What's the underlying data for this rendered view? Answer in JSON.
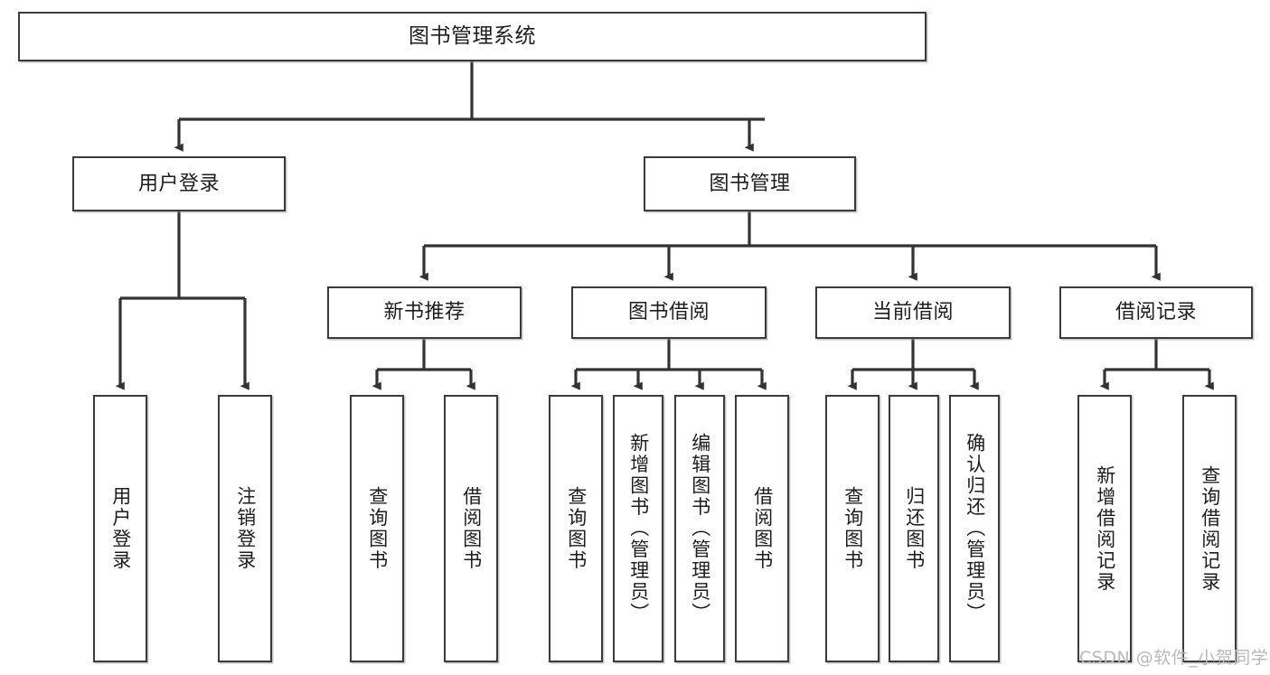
{
  "diagram": {
    "type": "tree",
    "title": "图书管理系统",
    "orientation": "top-down",
    "colors": {
      "box_border": "#3b3b3b",
      "box_fill": "#ffffff",
      "connector": "#333333",
      "background": "#ffffff",
      "watermark": "#b9b9b9"
    },
    "levels": {
      "root": "图书管理系统",
      "level2": [
        "用户登录",
        "图书管理"
      ],
      "level3": [
        "新书推荐",
        "图书借阅",
        "当前借阅",
        "借阅记录"
      ],
      "level4": [
        "用户登录",
        "注销登录",
        "查询图书",
        "借阅图书",
        "查询图书",
        "新增图书（管理员）",
        "编辑图书（管理员）",
        "借阅图书",
        "查询图书",
        "归还图书",
        "确认归还（管理员）",
        "新增借阅记录",
        "查询借阅记录"
      ]
    }
  },
  "nodes": {
    "root": {
      "label": "图书管理系统"
    },
    "user_login": {
      "label": "用户登录"
    },
    "book_manage": {
      "label": "图书管理"
    },
    "new_book_rec": {
      "label": "新书推荐"
    },
    "book_borrow": {
      "label": "图书借阅"
    },
    "current_borrow": {
      "label": "当前借阅"
    },
    "borrow_record": {
      "label": "借阅记录"
    },
    "leaf_user_login": {
      "label": "用户登录"
    },
    "leaf_logout": {
      "label": "注销登录"
    },
    "leaf_query_book_a": {
      "label": "查询图书"
    },
    "leaf_borrow_book_a": {
      "label": "借阅图书"
    },
    "leaf_query_book_b": {
      "label": "查询图书"
    },
    "leaf_add_book": {
      "label": "新增图书（管理员）"
    },
    "leaf_edit_book": {
      "label": "编辑图书（管理员）"
    },
    "leaf_borrow_book_b": {
      "label": "借阅图书"
    },
    "leaf_query_book_c": {
      "label": "查询图书"
    },
    "leaf_return_book": {
      "label": "归还图书"
    },
    "leaf_confirm_return": {
      "label": "确认归还（管理员）"
    },
    "leaf_add_record": {
      "label": "新增借阅记录"
    },
    "leaf_query_record": {
      "label": "查询借阅记录"
    }
  },
  "edges": [
    {
      "from": "root",
      "to": "user_login"
    },
    {
      "from": "root",
      "to": "book_manage"
    },
    {
      "from": "user_login",
      "to": "leaf_user_login"
    },
    {
      "from": "user_login",
      "to": "leaf_logout"
    },
    {
      "from": "book_manage",
      "to": "new_book_rec"
    },
    {
      "from": "book_manage",
      "to": "book_borrow"
    },
    {
      "from": "book_manage",
      "to": "current_borrow"
    },
    {
      "from": "book_manage",
      "to": "borrow_record"
    },
    {
      "from": "new_book_rec",
      "to": "leaf_query_book_a"
    },
    {
      "from": "new_book_rec",
      "to": "leaf_borrow_book_a"
    },
    {
      "from": "book_borrow",
      "to": "leaf_query_book_b"
    },
    {
      "from": "book_borrow",
      "to": "leaf_add_book"
    },
    {
      "from": "book_borrow",
      "to": "leaf_edit_book"
    },
    {
      "from": "book_borrow",
      "to": "leaf_borrow_book_b"
    },
    {
      "from": "current_borrow",
      "to": "leaf_query_book_c"
    },
    {
      "from": "current_borrow",
      "to": "leaf_return_book"
    },
    {
      "from": "current_borrow",
      "to": "leaf_confirm_return"
    },
    {
      "from": "borrow_record",
      "to": "leaf_add_record"
    },
    {
      "from": "borrow_record",
      "to": "leaf_query_record"
    }
  ],
  "watermark": {
    "text": "CSDN @软件_小贺同学"
  }
}
